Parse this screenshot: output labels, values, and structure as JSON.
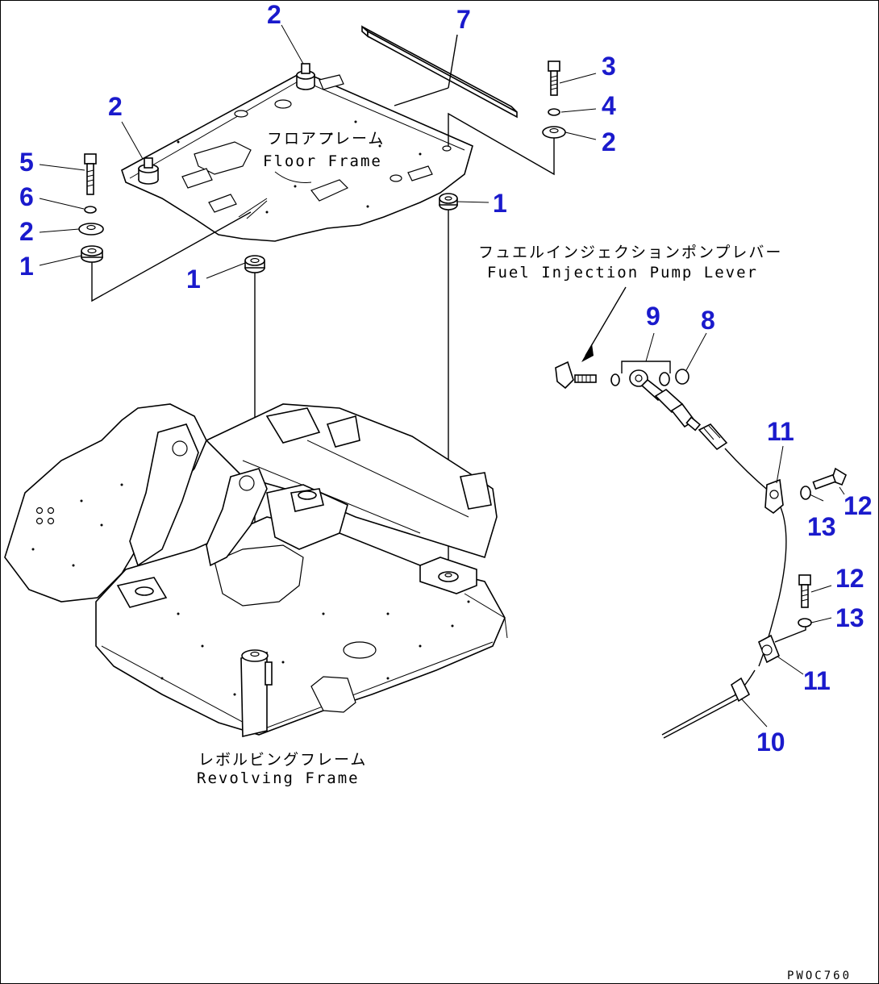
{
  "labels": {
    "floor_frame_jp": "フロアフレーム",
    "floor_frame_en": "Floor Frame",
    "revolving_frame_jp": "レボルビングフレーム",
    "revolving_frame_en": "Revolving Frame",
    "fuel_lever_jp": "フュエルインジェクションポンプレバー",
    "fuel_lever_en": "Fuel Injection Pump Lever",
    "drawing_code": "PWOC760"
  },
  "callouts": {
    "c2_top": "2",
    "c7": "7",
    "c3": "3",
    "c4": "4",
    "c2_right": "2",
    "c2_left": "2",
    "c5": "5",
    "c6": "6",
    "c2_stack": "2",
    "c1_stack": "1",
    "c1_mid": "1",
    "c1_right": "1",
    "c9": "9",
    "c8": "8",
    "c11_top": "11",
    "c12_top": "12",
    "c13_top": "13",
    "c12_bottom": "12",
    "c13_bottom": "13",
    "c11_bottom": "11",
    "c10": "10"
  },
  "colors": {
    "callout": "#1a1acc",
    "line": "#000000",
    "background": "#ffffff"
  }
}
